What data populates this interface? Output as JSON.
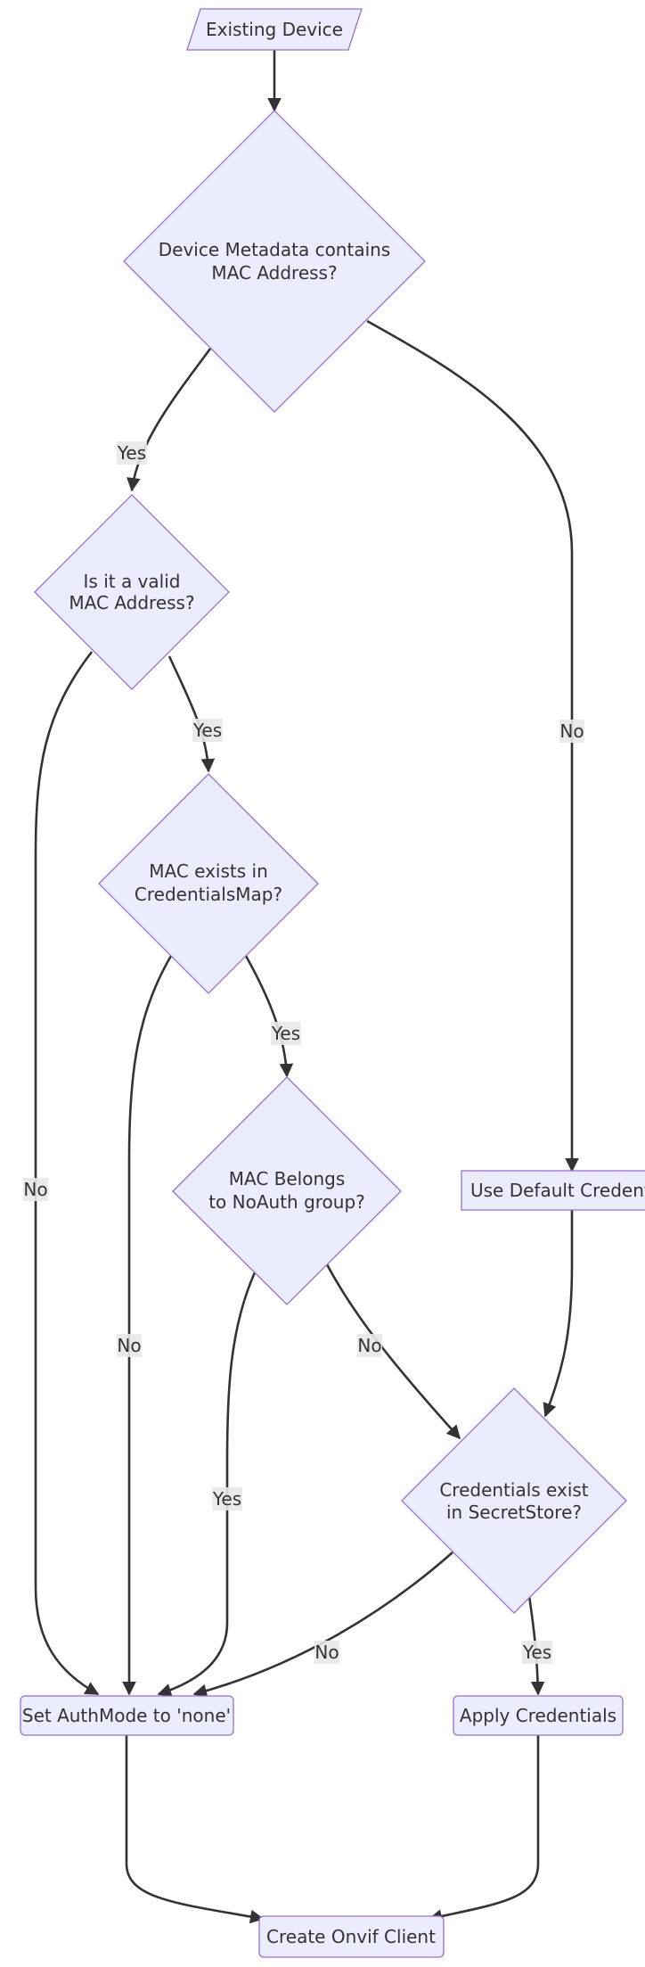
{
  "nodes": {
    "existing_device": "Existing Device",
    "has_mac": [
      "Device Metadata contains",
      "MAC Address?"
    ],
    "valid_mac": [
      "Is it a valid",
      "MAC Address?"
    ],
    "mac_in_map": [
      "MAC exists in",
      "CredentialsMap?"
    ],
    "noauth_group": [
      "MAC Belongs",
      "to NoAuth group?"
    ],
    "default_creds": "Use Default Credentials",
    "creds_exist": [
      "Credentials exist",
      "in SecretStore?"
    ],
    "set_none": "Set AuthMode to 'none'",
    "apply_creds": "Apply Credentials",
    "create_client": "Create Onvif Client"
  },
  "edge_labels": {
    "has_mac_yes": "Yes",
    "has_mac_no": "No",
    "valid_mac_yes": "Yes",
    "valid_mac_no": "No",
    "mac_in_map_yes": "Yes",
    "mac_in_map_no": "No",
    "noauth_yes": "Yes",
    "noauth_no": "No",
    "creds_yes": "Yes",
    "creds_no": "No"
  }
}
